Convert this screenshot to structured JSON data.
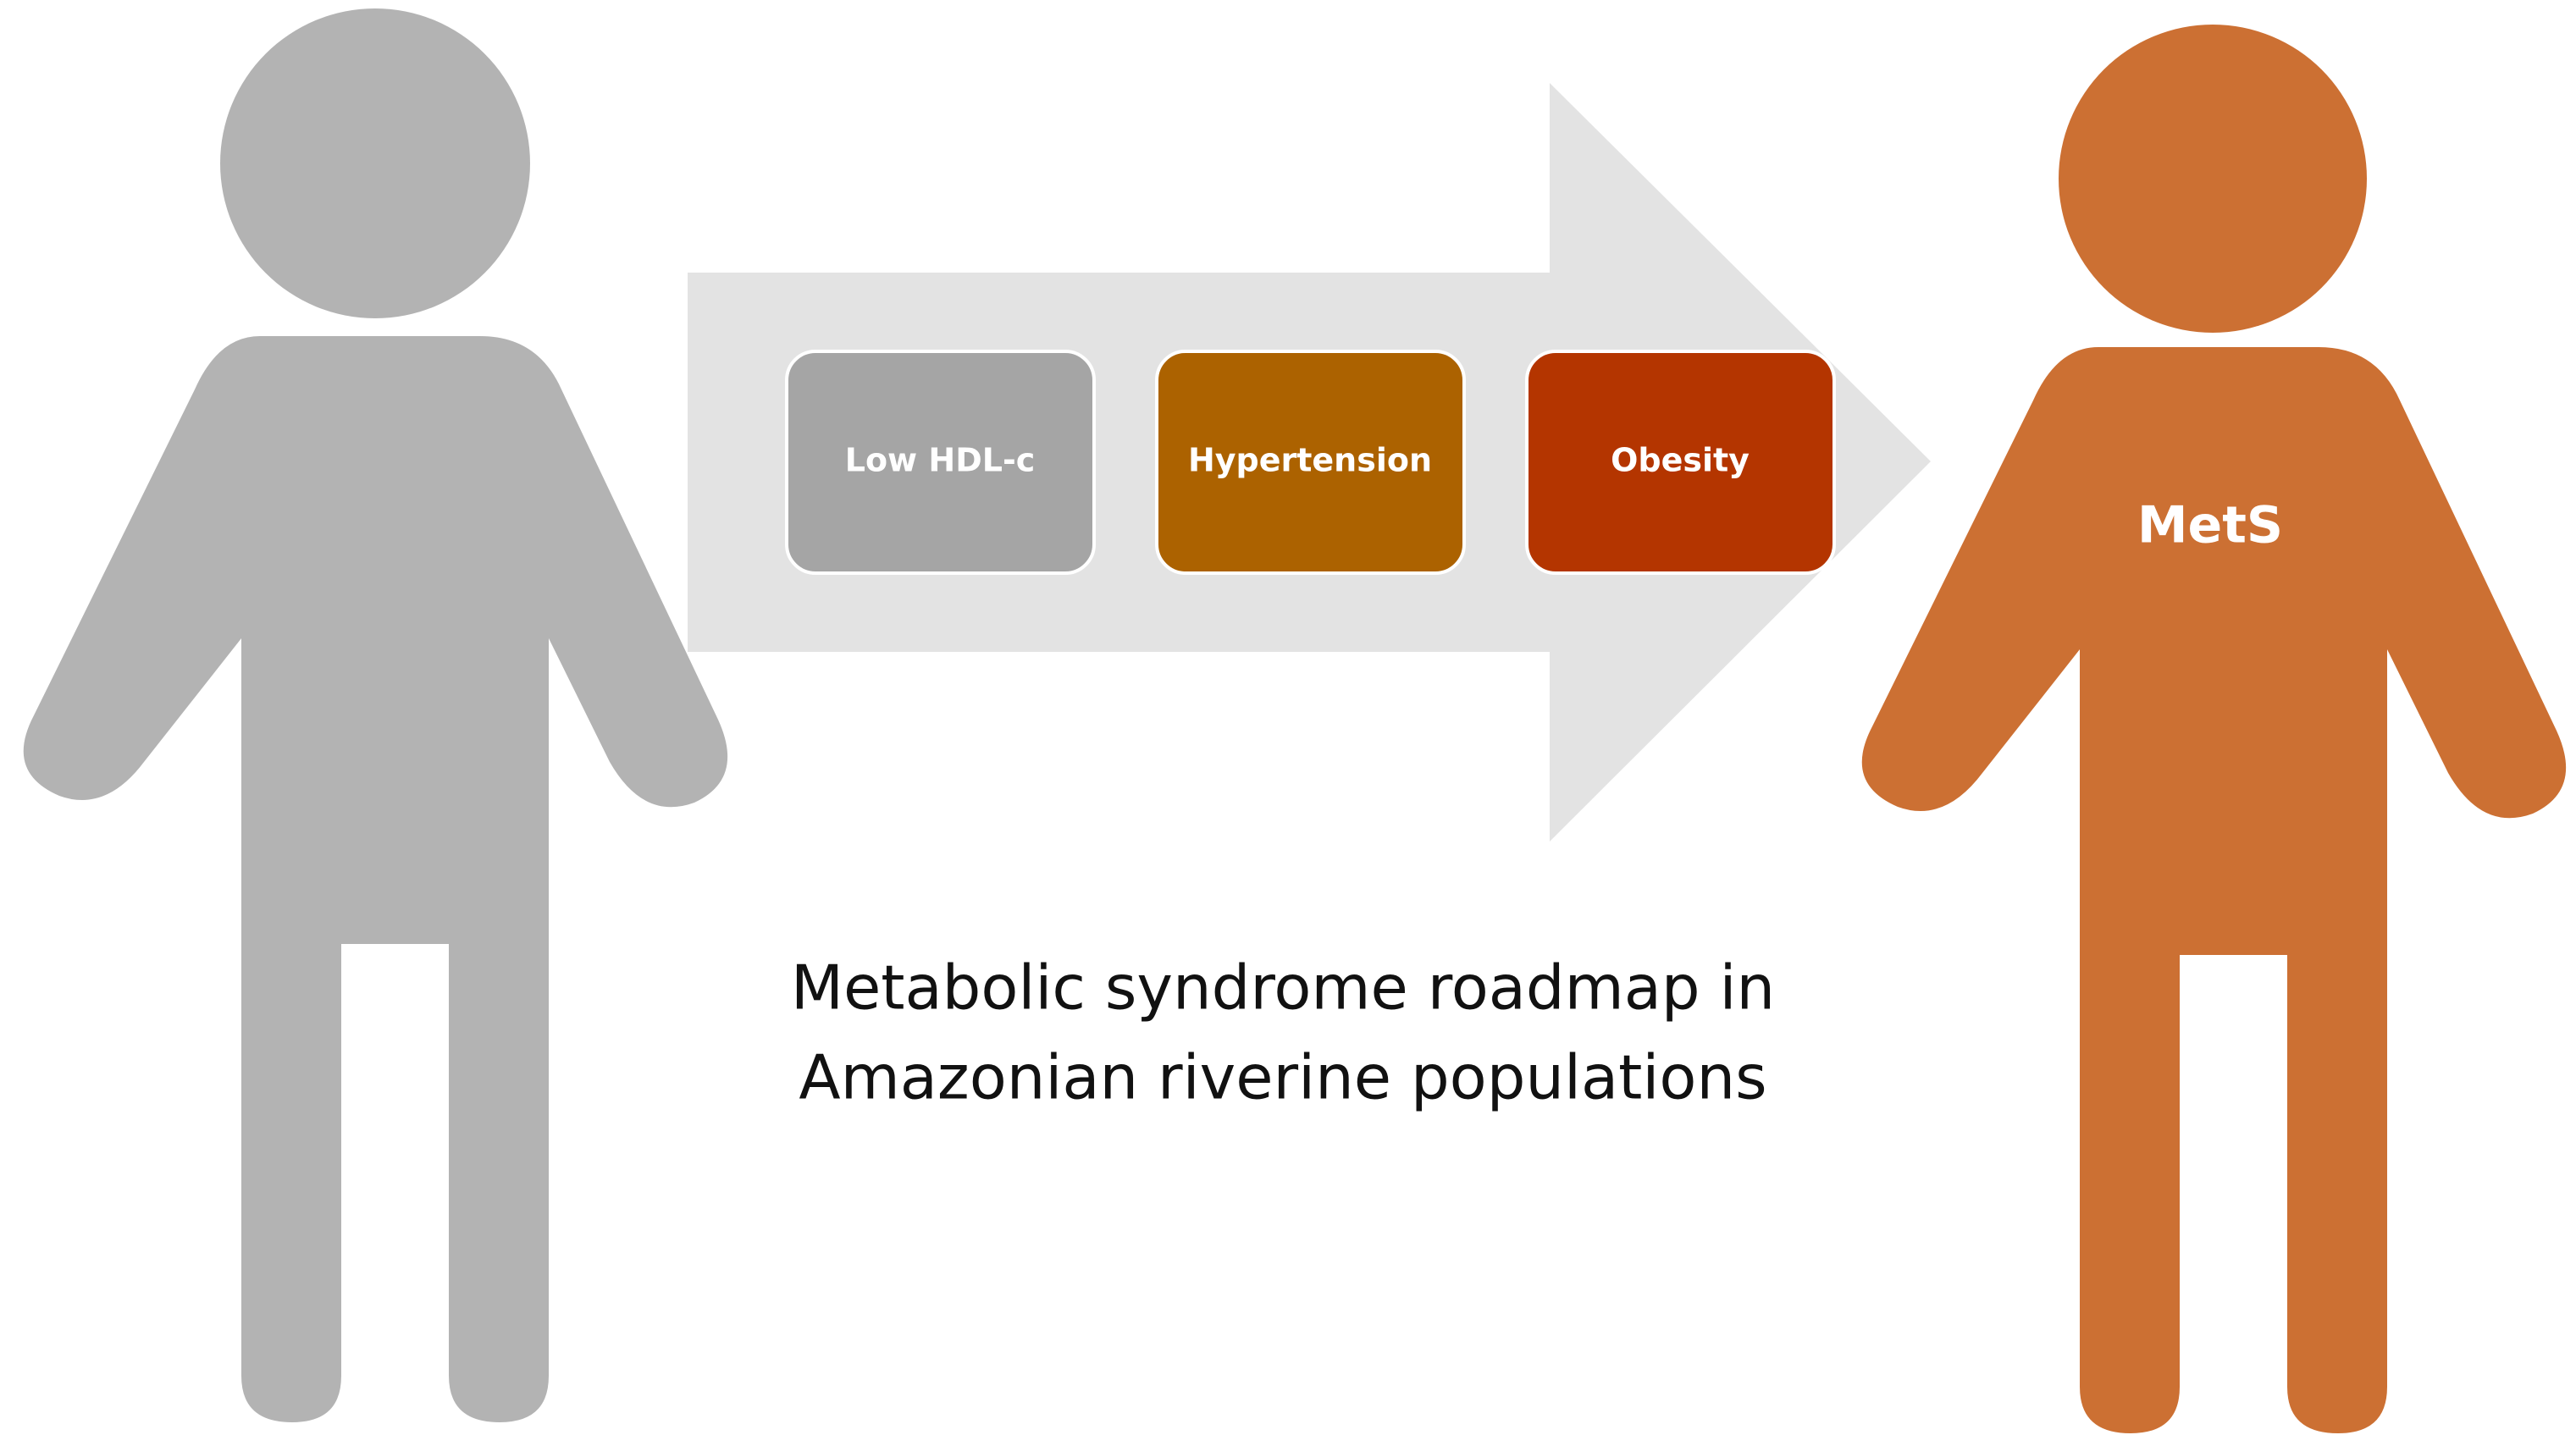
{
  "colors": {
    "healthy_person": "#b3b3b3",
    "mets_person": "#cc7033",
    "arrow": "#e3e3e3",
    "box_low_hdl": "#a5a5a5",
    "box_hypertension": "#ac6200",
    "box_obesity": "#b43500",
    "box_border": "#ffffff"
  },
  "icons": {
    "left_figure": "person-icon",
    "right_figure": "person-icon",
    "arrow": "right-arrow-icon"
  },
  "risk_factors": [
    {
      "label": "Low HDL-c"
    },
    {
      "label": "Hypertension"
    },
    {
      "label": "Obesity"
    }
  ],
  "outcome": {
    "label": "MetS"
  },
  "caption": {
    "line1": "Metabolic syndrome roadmap in",
    "line2": "Amazonian riverine populations"
  }
}
